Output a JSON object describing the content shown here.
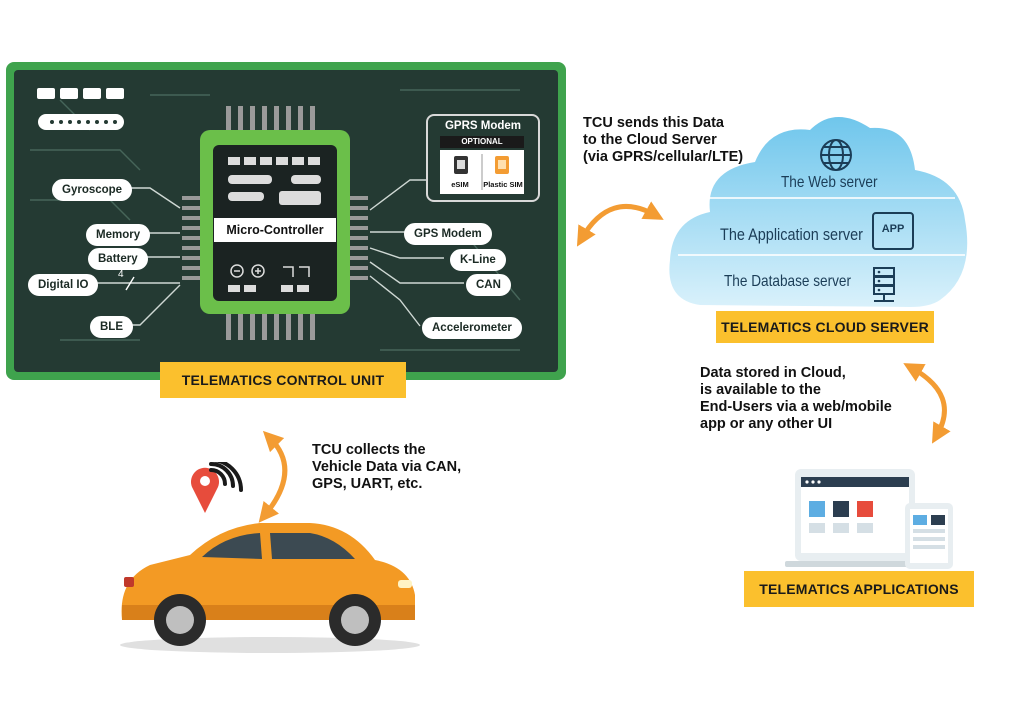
{
  "tcu": {
    "title": "TELEMATICS CONTROL UNIT",
    "microcontroller": "Micro-Controller",
    "left_pills": [
      "Gyroscope",
      "Memory",
      "Battery",
      "Digital IO",
      "BLE"
    ],
    "right_pills": [
      "GPS Modem",
      "K-Line",
      "CAN",
      "Accelerometer"
    ],
    "bus_width": "4",
    "modem": {
      "title": "GPRS Modem",
      "optional": "OPTIONAL",
      "esim": "eSIM",
      "plastic_sim": "Plastic SIM"
    }
  },
  "cloud": {
    "label": "TELEMATICS CLOUD SERVER",
    "web_server": "The Web server",
    "app_server": "The Application server",
    "app_icon": "APP",
    "db_server": "The Database server"
  },
  "apps": {
    "label": "TELEMATICS APPLICATIONS"
  },
  "notes": {
    "tcu_to_cloud": [
      "TCU sends this Data",
      "to the Cloud Server",
      "(via GPRS/cellular/LTE)"
    ],
    "cloud_to_users": [
      "Data stored in Cloud,",
      "is  available to the",
      "End-Users via a web/mobile",
      "app or any other UI"
    ],
    "vehicle_to_tcu": [
      "TCU collects the",
      "Vehicle Data via CAN,",
      "GPS, UART, etc."
    ]
  },
  "colors": {
    "board_green": "#3fa34d",
    "board_dark": "#243a33",
    "tag_yellow": "#fbc02d",
    "arrow_orange": "#f39c33",
    "cloud_blue": "#8fd3f0",
    "car_orange": "#f39a24"
  },
  "icons": [
    "globe-icon",
    "app-icon",
    "database-server-icon",
    "location-pin-icon",
    "signal-icon",
    "sim-card-icon"
  ]
}
